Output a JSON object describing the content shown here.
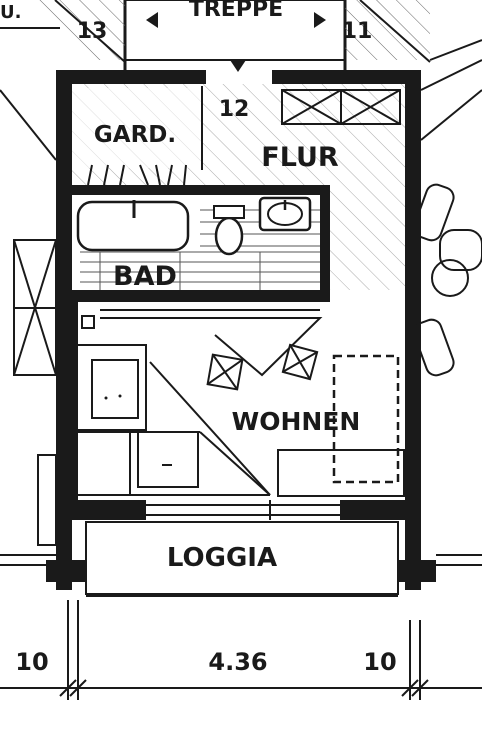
{
  "labels": {
    "treppe": "TREPPE",
    "step_13": "13",
    "step_12": "12",
    "step_11": "11",
    "gard": "GARD.",
    "flur": "FLUR",
    "bad": "BAD",
    "wohnen": "WOHNEN",
    "loggia": "LOGGIA",
    "partial_left": "U."
  },
  "dimensions": {
    "left": "10",
    "center": "4.36",
    "right": "10"
  },
  "colors": {
    "ink": "#1a1a1a",
    "paper": "#ffffff"
  }
}
